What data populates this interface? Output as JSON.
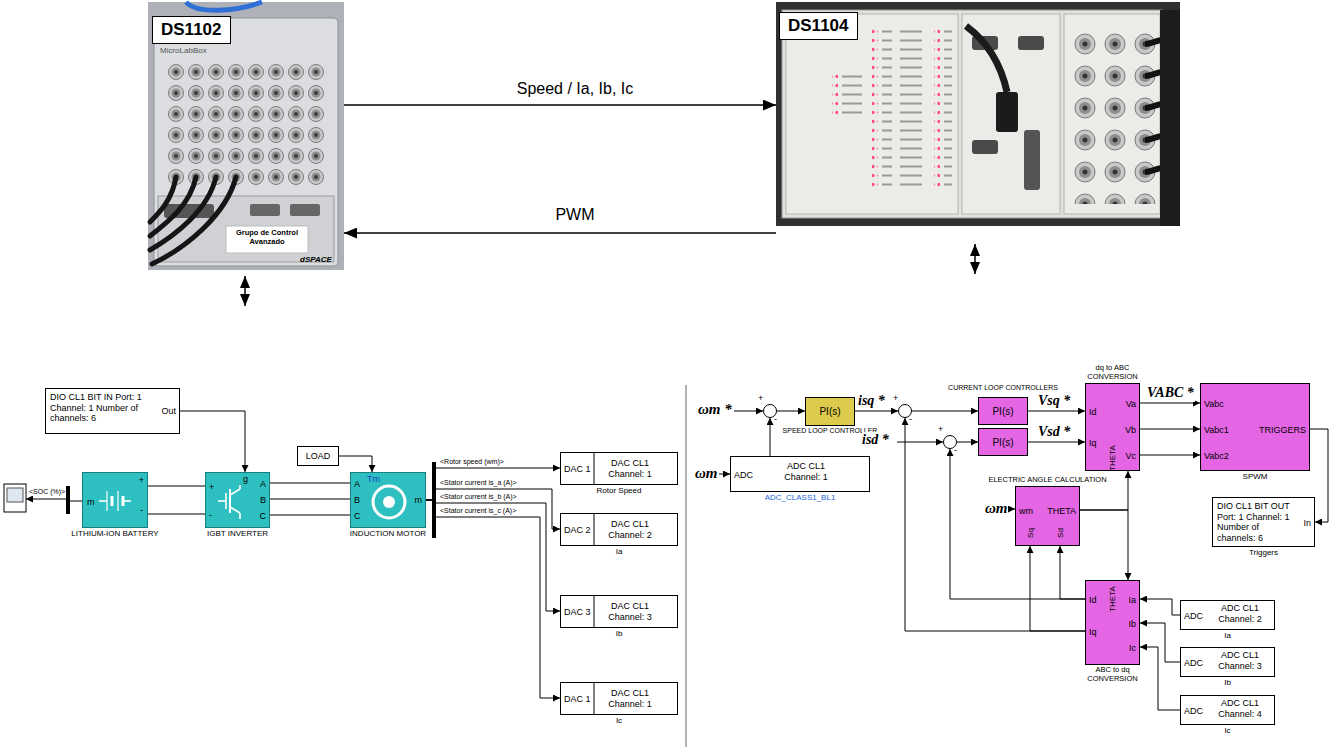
{
  "diagram": {
    "nodes": [
      {
        "text": [
          "DS1102"
        ]
      },
      {
        "text": [
          "DS1104"
        ]
      },
      {
        "text": [
          "DIO CL1 BIT IN Port: 1 Channel: 1 Number of channels: 6",
          "Out"
        ]
      },
      {
        "text": [
          "LITHIUM-ION BATTERY",
          "+",
          "-",
          "m"
        ]
      },
      {
        "text": [
          "IGBT INVERTER",
          "g",
          "+",
          "-",
          "A",
          "B",
          "C"
        ]
      },
      {
        "text": [
          "LOAD"
        ]
      },
      {
        "text": [
          "INDUCTION MOTOR",
          "Tm",
          "A",
          "B",
          "C",
          "m"
        ]
      },
      {
        "text": [
          "DAC 1",
          "DAC CL1 Channel: 1",
          "Rotor Speed"
        ]
      },
      {
        "text": [
          "DAC 2",
          "DAC CL1 Channel: 2",
          "Ia"
        ]
      },
      {
        "text": [
          "DAC 3",
          "DAC CL1 Channel: 3",
          "Ib"
        ]
      },
      {
        "text": [
          "DAC 1",
          "DAC CL1 Channel: 1",
          "Ic"
        ]
      },
      {
        "text": [
          "+",
          "-"
        ]
      },
      {
        "text": [
          "PI(s)",
          "SPEED LOOP CONTROLLER"
        ]
      },
      {
        "text": [
          "ADC",
          "ADC CL1 Channel: 1",
          "ADC_CLASS1_BL1"
        ]
      },
      {
        "text": [
          "+",
          "-"
        ]
      },
      {
        "text": [
          "CURRENT LOOP CONTROLLERS",
          "PI(s)"
        ]
      },
      {
        "text": [
          "+",
          "-"
        ]
      },
      {
        "text": [
          "PI(s)"
        ]
      },
      {
        "text": [
          "dq to ABC CONVERSION",
          "Id",
          "Iq",
          "THETA",
          "Va",
          "Vb",
          "Vc"
        ]
      },
      {
        "text": [
          "Vabc",
          "Vabc1",
          "Vabc2",
          "TRIGGERS",
          "SPWM"
        ]
      },
      {
        "text": [
          "In",
          "DIO CL1 BIT OUT Port: 1 Channel: 1 Number of channels: 6",
          "Triggers"
        ]
      },
      {
        "text": [
          "ELECTRIC ANGLE CALCULATION",
          "wm",
          "THETA",
          "Sq",
          "Sd"
        ]
      },
      {
        "text": [
          "THETA",
          "Ia",
          "Ib",
          "Ic",
          "Id",
          "Iq",
          "ABC to dq CONVERSION"
        ]
      },
      {
        "text": [
          "ADC",
          "ADC CL1 Channel: 2",
          "Ia"
        ]
      },
      {
        "text": [
          "ADC",
          "ADC CL1 Channel: 3",
          "Ib"
        ]
      },
      {
        "text": [
          "ADC",
          "ADC CL1 Channel: 4",
          "Ic"
        ]
      }
    ],
    "edges": [
      {
        "from": 0,
        "to": 1,
        "label": "Speed / Ia, Ib, Ic",
        "arrow": "to"
      },
      {
        "from": 1,
        "to": 0,
        "label": "PWM",
        "arrow": "to"
      },
      {
        "from": 2,
        "to": 4,
        "arrow": "to"
      },
      {
        "from": 3,
        "to": 4,
        "arrow": "none"
      },
      {
        "from": 3,
        "to": 4,
        "arrow": "none"
      },
      {
        "from": 4,
        "to": 6,
        "arrow": "none"
      },
      {
        "from": 4,
        "to": 6,
        "arrow": "none"
      },
      {
        "from": 4,
        "to": 6,
        "arrow": "none"
      },
      {
        "from": 5,
        "to": 6,
        "arrow": "to"
      },
      {
        "from": 6,
        "to": 7,
        "label": "<Rotor speed (wm)>",
        "arrow": "to"
      },
      {
        "from": 6,
        "to": 8,
        "label": "<Stator current is_a (A)>",
        "arrow": "to"
      },
      {
        "from": 6,
        "to": 9,
        "label": "<Stator current is_b (A)>",
        "arrow": "to"
      },
      {
        "from": 6,
        "to": 10,
        "label": "<Stator current is_c (A)>",
        "arrow": "to"
      },
      {
        "from": 11,
        "to": 12,
        "arrow": "to"
      },
      {
        "from": 12,
        "to": 14,
        "label": "isq *",
        "arrow": "to"
      },
      {
        "from": 14,
        "to": 15,
        "arrow": "to"
      },
      {
        "from": 16,
        "to": 17,
        "arrow": "to"
      },
      {
        "from": 15,
        "to": 18,
        "label": "Vsq *",
        "arrow": "to"
      },
      {
        "from": 17,
        "to": 18,
        "label": "Vsd *",
        "arrow": "to"
      },
      {
        "from": 18,
        "to": 19,
        "label": "VABC *",
        "arrow": "to"
      },
      {
        "from": 18,
        "to": 19,
        "arrow": "to"
      },
      {
        "from": 18,
        "to": 19,
        "arrow": "to"
      },
      {
        "from": 19,
        "to": 20,
        "arrow": "to"
      },
      {
        "from": 13,
        "to": 11,
        "arrow": "to"
      },
      {
        "from": 21,
        "to": 18,
        "arrow": "to"
      },
      {
        "from": 21,
        "to": 22,
        "arrow": "to"
      },
      {
        "from": 22,
        "to": 14,
        "arrow": "to"
      },
      {
        "from": 22,
        "to": 16,
        "arrow": "to"
      },
      {
        "from": 22,
        "to": 21,
        "arrow": "to"
      },
      {
        "from": 22,
        "to": 21,
        "arrow": "to"
      },
      {
        "from": 23,
        "to": 22,
        "arrow": "to"
      },
      {
        "from": 24,
        "to": 22,
        "arrow": "to"
      },
      {
        "from": 25,
        "to": 22,
        "arrow": "to"
      }
    ],
    "labels": [
      "MicroLabBox",
      "Grupo de Control Avanzado",
      "dSPACE",
      "<SOC (%)>",
      "ωm *",
      "ωm",
      "isd *",
      "ωm"
    ]
  }
}
